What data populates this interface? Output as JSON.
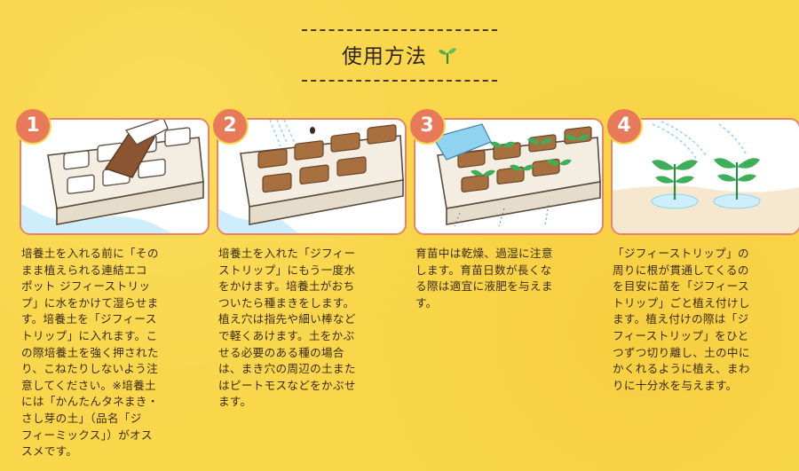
{
  "header": {
    "title": "使用方法",
    "title_icon": "sprout-icon"
  },
  "colors": {
    "background": "#f9d64a",
    "card_border": "#e8826a",
    "badge": "#e87a5a",
    "soil": "#a8703e",
    "water": "#8fd3f0",
    "leaf": "#3fae5a"
  },
  "steps": [
    {
      "number": "1",
      "text": "培養土を入れる前に「その\nまま植えられる連結エコ\nポット ジフィーストリッ\nプ」に水をかけて湿らせま\nす。培養土を「ジフィース\nトリップ」に入れます。こ\nの際培養土を強く押された\nり、こねたりしないよう注\n意してください。※培養土\nには「かんたんタネまき・\nさし芽の土」（品名「ジ\nフィーミックス」）がオス\nスメです。"
    },
    {
      "number": "2",
      "text": "培養土を入れた「ジフィー\nストリップ」にもう一度水\nをかけます。培養土がおち\nついたら種まきをします。\n植え穴は指先や細い棒など\nで軽くあけます。土をかぶ\nせる必要のある種の場合\nは、まき穴の周辺の土また\nはピートモスなどをかぶせ\nます。"
    },
    {
      "number": "3",
      "text": "育苗中は乾燥、過湿に注意\nします。育苗日数が長くな\nる際は適宜に液肥を与えま\nす。"
    },
    {
      "number": "4",
      "text": "「ジフィーストリップ」の\n周りに根が貫通してくるの\nを目安に苗を「ジフィース\nトリップ」ごと植え付けし\nます。植え付けの際は「ジ\nフィーストリップ」をひと\nつずつ切り離し、土の中に\nかくれるように植え、まわ\nりに十分水を与えます。"
    }
  ]
}
